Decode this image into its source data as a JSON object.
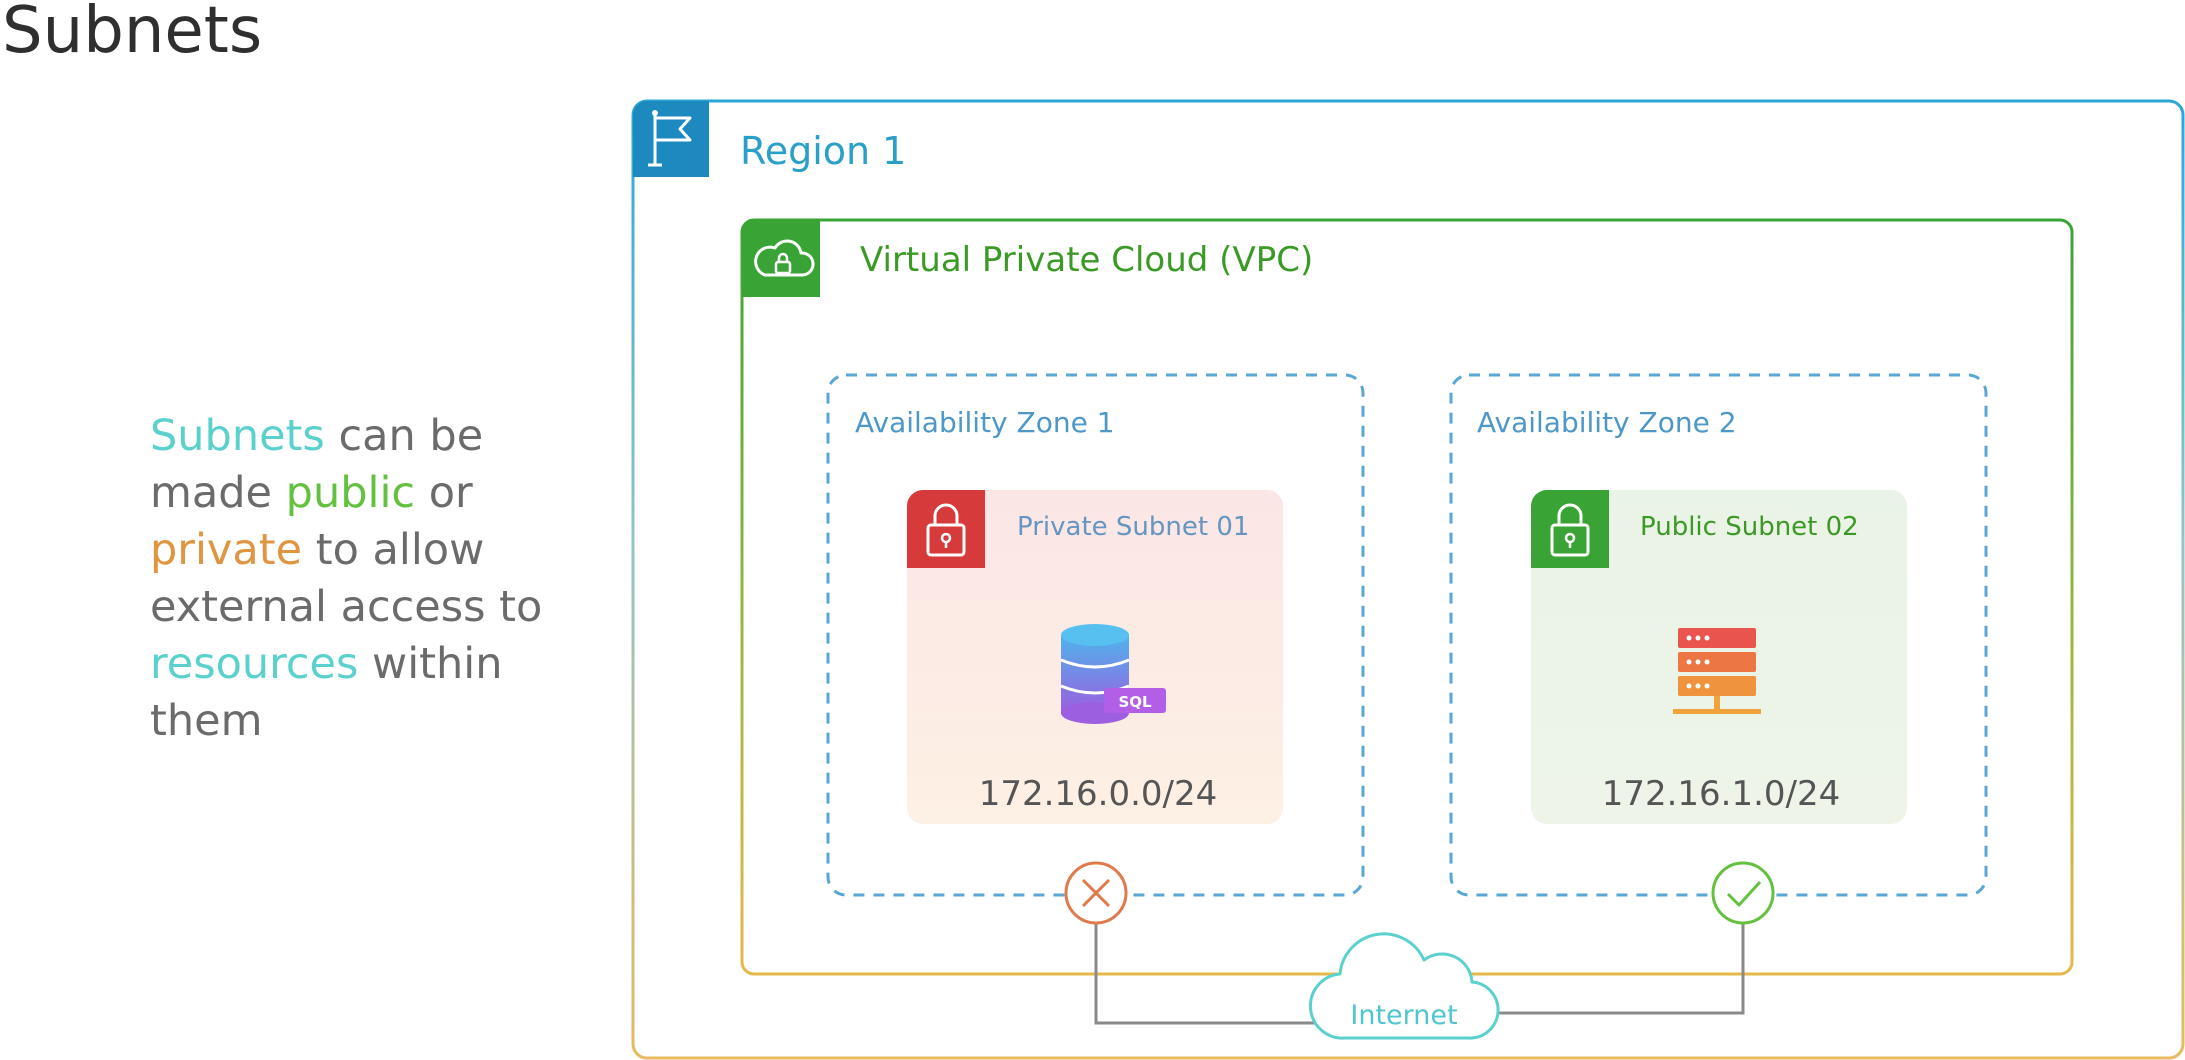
{
  "page": {
    "title": "Subnets"
  },
  "description": {
    "parts": [
      {
        "text": "Subnets",
        "tone": "cyan"
      },
      {
        "text": " can be made ",
        "tone": "plain"
      },
      {
        "text": "public",
        "tone": "green"
      },
      {
        "text": " or ",
        "tone": "plain"
      },
      {
        "text": "private",
        "tone": "orange"
      },
      {
        "text": " to allow external access to ",
        "tone": "plain"
      },
      {
        "text": "resources",
        "tone": "cyan"
      },
      {
        "text": " within them",
        "tone": "plain"
      }
    ]
  },
  "diagram": {
    "region": {
      "label": "Region 1",
      "icon": "flag-icon",
      "color": "#1c8abf"
    },
    "vpc": {
      "label": "Virtual Private Cloud (VPC)",
      "icon": "cloud-lock-icon",
      "color": "#3aa335"
    },
    "zones": [
      {
        "label": "Availability Zone 1",
        "subnet": {
          "label": "Private Subnet 01",
          "type": "private",
          "icon": "lock-icon",
          "resource_icon": "sql-database-icon",
          "resource_badge": "SQL",
          "cidr": "172.16.0.0/24",
          "color": "#d63a3a"
        },
        "status_icon": "x-icon"
      },
      {
        "label": "Availability Zone 2",
        "subnet": {
          "label": "Public Subnet 02",
          "type": "public",
          "icon": "lock-icon",
          "resource_icon": "server-icon",
          "cidr": "172.16.1.0/24",
          "color": "#3aa335"
        },
        "status_icon": "check-icon"
      }
    ],
    "internet": {
      "label": "Internet",
      "icon": "cloud-icon"
    }
  }
}
